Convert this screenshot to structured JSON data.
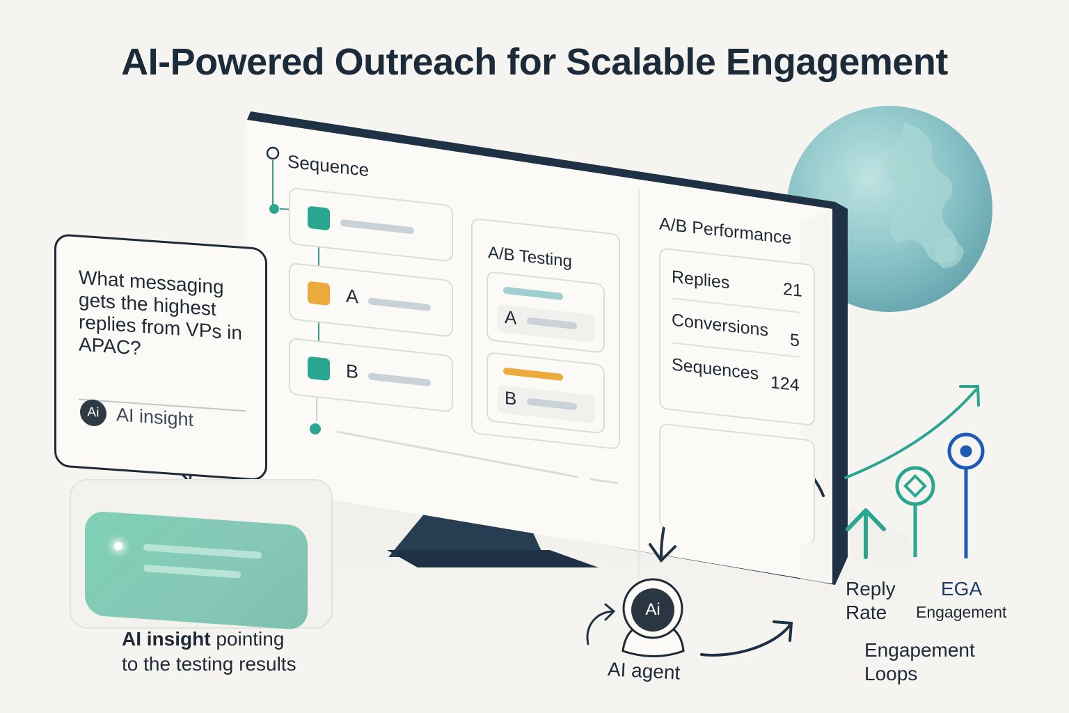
{
  "title": "AI-Powered Outreach for Scalable Engagement",
  "colors": {
    "navy": "#1f3145",
    "teal": "#2aa58f",
    "orange": "#eca93c",
    "blue": "#1f5bb5",
    "globe": "#8ac4c8"
  },
  "monitor": {
    "sequence": {
      "title": "Sequence",
      "step_a_label": "A",
      "step_b_label": "B"
    },
    "ab_testing": {
      "title": "A/B Testing",
      "variant_a": "A",
      "variant_b": "B"
    },
    "ab_performance": {
      "title": "A/B Performance",
      "rows": [
        {
          "label": "Replies",
          "value": "21"
        },
        {
          "label": "Conversions",
          "value": "5"
        },
        {
          "label": "Sequences",
          "value": "124"
        }
      ]
    }
  },
  "question_bubble": {
    "text": "What messaging gets the highest replies from VPs in APAC?",
    "badge": "Ai",
    "insight_label": "AI insight"
  },
  "insight_caption": {
    "bold": "AI insight",
    "rest": " pointing",
    "line2": "to the testing results"
  },
  "agent": {
    "badge": "Ai",
    "label": "AI agent"
  },
  "metrics": {
    "reply_rate_line1": "Reply",
    "reply_rate_line2": "Rate",
    "ega_title": "EGA",
    "ega_sub": "Engagement",
    "loops_line1": "Engapement",
    "loops_line2": "Loops"
  }
}
